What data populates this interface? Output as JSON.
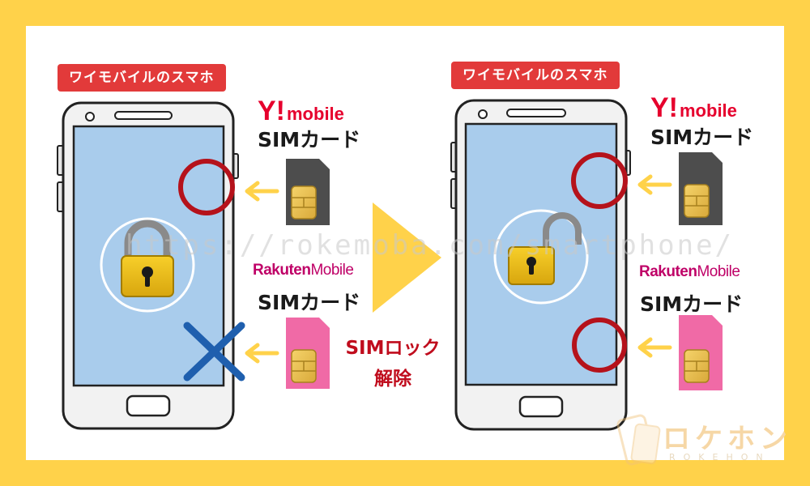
{
  "left": {
    "title": "ワイモバイルのスマホ",
    "ymobile": {
      "brand_y": "Y!",
      "brand_mobile": "mobile",
      "sim_label": "SIMカード"
    },
    "rakuten": {
      "brand_a": "Rakuten",
      "brand_b": "Mobile",
      "sim_label": "SIMカード"
    },
    "lock_state": "locked",
    "ymobile_slot": "circle",
    "rakuten_slot": "cross"
  },
  "right": {
    "title": "ワイモバイルのスマホ",
    "ymobile": {
      "brand_y": "Y!",
      "brand_mobile": "mobile",
      "sim_label": "SIMカード"
    },
    "rakuten": {
      "brand_a": "Rakuten",
      "brand_b": "Mobile",
      "sim_label": "SIMカード"
    },
    "lock_state": "unlocked",
    "ymobile_slot": "circle",
    "rakuten_slot": "circle"
  },
  "center": {
    "line1": "SIMロック",
    "line2": "解除"
  },
  "watermark": "https://rokemoba.com/smartphone/",
  "logo": {
    "name": "ロケホン",
    "sub": "ROKEHON"
  },
  "colors": {
    "frame": "#ffd24a",
    "badge": "#e23a3a",
    "screen": "#a9ccec",
    "red_circle": "#b5121b",
    "blue_cross": "#1f5fae",
    "arrow": "#ffd24a",
    "sim_dark": "#4d4d4d",
    "sim_pink": "#f06aa6"
  }
}
